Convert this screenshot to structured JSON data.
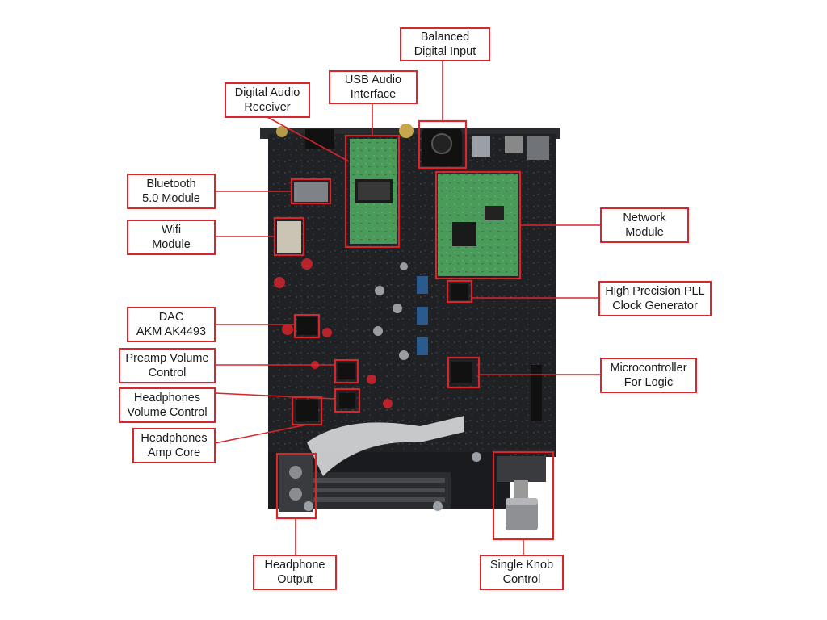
{
  "colors": {
    "accent": "#d9262b",
    "board": "#1f2023",
    "background": "#ffffff"
  },
  "labels": {
    "balanced_digital_input": {
      "line1": "Balanced",
      "line2": "Digital Input"
    },
    "usb_audio_interface": {
      "line1": "USB Audio",
      "line2": "Interface"
    },
    "digital_audio_receiver": {
      "line1": "Digital Audio",
      "line2": "Receiver"
    },
    "bluetooth_module": {
      "line1": "Bluetooth",
      "line2": "5.0 Module"
    },
    "wifi_module": {
      "line1": "Wifi",
      "line2": "Module"
    },
    "network_module": {
      "line1": "Network",
      "line2": "Module"
    },
    "pll_clock": {
      "line1": "High Precision PLL",
      "line2": "Clock Generator"
    },
    "dac": {
      "line1": "DAC",
      "line2": "AKM AK4493"
    },
    "preamp_volume": {
      "line1": "Preamp Volume",
      "line2": "Control"
    },
    "microcontroller": {
      "line1": "Microcontroller",
      "line2": "For Logic"
    },
    "headphones_volume": {
      "line1": "Headphones",
      "line2": "Volume Control"
    },
    "headphones_amp": {
      "line1": "Headphones",
      "line2": "Amp Core"
    },
    "headphone_output": {
      "line1": "Headphone",
      "line2": "Output"
    },
    "single_knob": {
      "line1": "Single Knob",
      "line2": "Control"
    }
  }
}
